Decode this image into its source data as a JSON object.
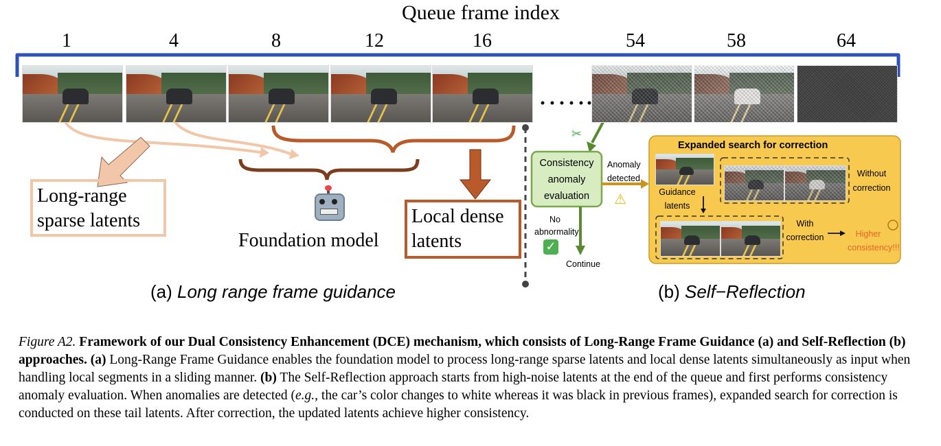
{
  "header": {
    "title": "Queue frame index"
  },
  "frames": [
    {
      "index": "1",
      "type": "clean",
      "car": "dark"
    },
    {
      "index": "4",
      "type": "clean",
      "car": "dark"
    },
    {
      "index": "8",
      "type": "clean",
      "car": "dark"
    },
    {
      "index": "12",
      "type": "clean",
      "car": "dark"
    },
    {
      "index": "16",
      "type": "clean",
      "car": "dark"
    },
    {
      "index": "54",
      "type": "noisy",
      "car": "dark"
    },
    {
      "index": "58",
      "type": "noisy",
      "car": "white"
    },
    {
      "index": "64",
      "type": "pure-noise",
      "car": "none"
    }
  ],
  "ellipsis": "......",
  "left_panel": {
    "long_range_label": "Long-range sparse latents",
    "long_range_line1": "Long-range",
    "long_range_line2": "sparse latents",
    "foundation_label": "Foundation model",
    "local_dense_line1": "Local dense",
    "local_dense_line2": "latents",
    "caption_prefix": "(a) ",
    "caption_title": "Long range frame guidance"
  },
  "right_panel": {
    "consistency_line1": "Consistency",
    "consistency_line2": "anomaly",
    "consistency_line3": "evaluation",
    "anomaly_line1": "Anomaly",
    "anomaly_line2": "detected",
    "no_line1": "No",
    "no_line2": "abnormality",
    "continue": "Continue",
    "search_title": "Expanded search for correction",
    "guidance_line1": "Guidance",
    "guidance_line2": "latents",
    "without_line1": "Without",
    "without_line2": "correction",
    "with_line1": "With",
    "with_line2": "correction",
    "higher_line1": "Higher",
    "higher_line2": "consistency!!!",
    "caption_prefix": "(b) ",
    "caption_title": "Self−Reflection"
  },
  "colors": {
    "bracket_blue": "#2f52b8",
    "peach": "#f2c6a8",
    "brown": "#b85a2a",
    "dark_brown": "#7a3d1e",
    "green_box": "#d7ecc1",
    "green_border": "#7aa84e",
    "orange_panel": "#f8c94f",
    "gold_arrow": "#c8951e",
    "higher_text": "#e8642a"
  },
  "caption": {
    "fig_label": "Figure A2.",
    "bold_title": "Framework of our Dual Consistency Enhancement (DCE) mechanism, which consists of Long-Range Frame Guidance (a) and Self-Reflection (b) approaches.",
    "a_tag": "(a)",
    "a_text": "Long-Range Frame Guidance enables the foundation model to process long-range sparse latents and local dense latents simultaneously as input when handling local segments in a sliding manner.",
    "b_tag": "(b)",
    "b_text": "The Self-Reflection approach starts from high-noise latents at the end of the queue and first performs consistency anomaly evaluation. When anomalies are detected (",
    "eg": "e.g.",
    "b_text2": ", the car’s color changes to white whereas it was black in previous frames), expanded search for correction is conducted on these tail latents. After correction, the updated latents achieve higher consistency."
  }
}
